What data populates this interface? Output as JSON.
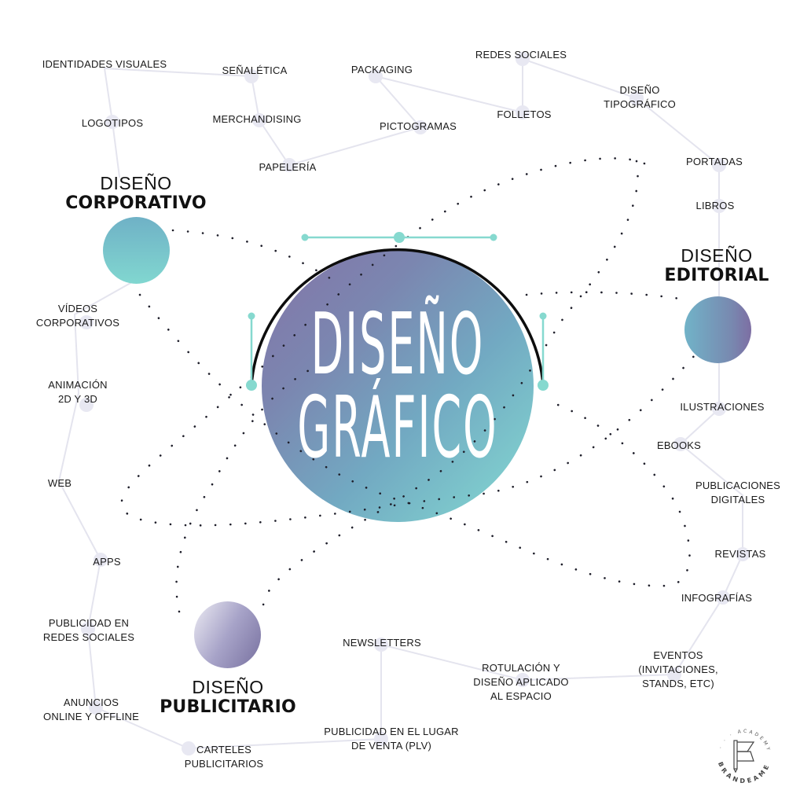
{
  "center": {
    "line1": "DISEÑO",
    "line2": "GRÁFICO"
  },
  "categories": {
    "corporativo": {
      "light": "DISEÑO",
      "bold": "CORPORATIVO"
    },
    "editorial": {
      "light": "DISEÑO",
      "bold": "EDITORIAL"
    },
    "publicitario": {
      "light": "DISEÑO",
      "bold": "PUBLICITARIO"
    }
  },
  "nodes": {
    "identidades_visuales": "IDENTIDADES VISUALES",
    "senaletica": "SEÑALÉTICA",
    "logotipos": "LOGOTIPOS",
    "merchandising": "MERCHANDISING",
    "papeleria": "PAPELERÍA",
    "packaging": "PACKAGING",
    "pictogramas": "PICTOGRAMAS",
    "redes_sociales": "REDES SOCIALES",
    "folletos": "FOLLETOS",
    "diseno_tipografico": "DISEÑO\nTIPOGRÁFICO",
    "portadas": "PORTADAS",
    "libros": "LIBROS",
    "videos_corporativos": "VÍDEOS\nCORPORATIVOS",
    "animacion": "ANIMACIÓN\n2D Y 3D",
    "web": "WEB",
    "apps": "APPS",
    "publicidad_redes": "PUBLICIDAD EN\nREDES SOCIALES",
    "anuncios": "ANUNCIOS\nONLINE Y OFFLINE",
    "carteles": "CARTELES\nPUBLICITARIOS",
    "plv": "PUBLICIDAD EN EL LUGAR\nDE VENTA (PLV)",
    "newsletters": "NEWSLETTERS",
    "rotulacion": "ROTULACIÓN Y\nDISEÑO APLICADO\nAL ESPACIO",
    "eventos": "EVENTOS\n(INVITACIONES,\nSTANDS, ETC)",
    "ilustraciones": "ILUSTRACIONES",
    "ebooks": "EBOOKS",
    "publicaciones_digitales": "PUBLICACIONES\nDIGITALES",
    "revistas": "REVISTAS",
    "infografias": "INFOGRAFÍAS"
  },
  "logo": {
    "brand": "BRANDEAME",
    "subtitle": "· · · · ACADEMY · · ·",
    "icon": "flag-b-icon"
  },
  "colors": {
    "teal": "#7fd8d0",
    "teal_accent": "#86d9cf",
    "purple": "#7a6fa3",
    "blue_mid": "#6fa9c3",
    "lavender_light": "#e6e4f0",
    "link_line": "#e4e4ee",
    "text": "#1a1a1a",
    "dots": "#1e1e2a",
    "arc": "#0d0d0d"
  }
}
